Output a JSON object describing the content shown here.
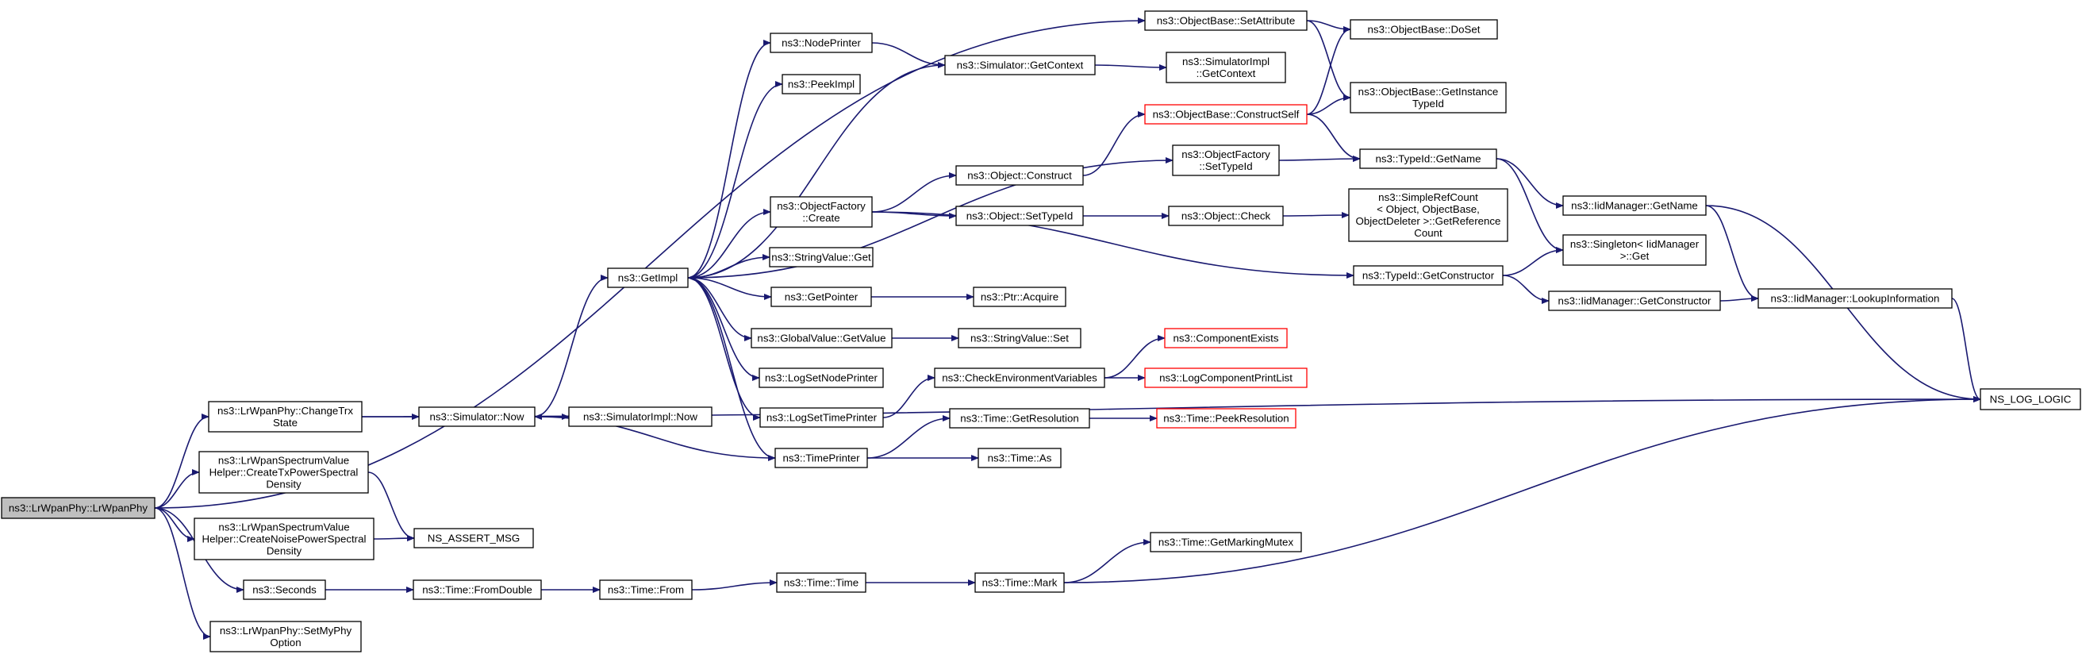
{
  "title": "",
  "colors": {
    "edge": "#191970",
    "root_fill": "#bfbfbf",
    "highlight_border": "#ff0000",
    "node_border": "#000000"
  },
  "nodes": [
    {
      "id": "lrwpanphy",
      "lines": [
        "ns3::LrWpanPhy::LrWpanPhy"
      ],
      "style": "root"
    },
    {
      "id": "changetrx",
      "lines": [
        "ns3::LrWpanPhy::ChangeTrx",
        "State"
      ]
    },
    {
      "id": "createtx",
      "lines": [
        "ns3::LrWpanSpectrumValue",
        "Helper::CreateTxPowerSpectral",
        "Density"
      ]
    },
    {
      "id": "createnoise",
      "lines": [
        "ns3::LrWpanSpectrumValue",
        "Helper::CreateNoisePowerSpectral",
        "Density"
      ]
    },
    {
      "id": "seconds",
      "lines": [
        "ns3::Seconds"
      ]
    },
    {
      "id": "setmyphy",
      "lines": [
        "ns3::LrWpanPhy::SetMyPhy",
        "Option"
      ]
    },
    {
      "id": "simnow",
      "lines": [
        "ns3::Simulator::Now"
      ]
    },
    {
      "id": "assertmsg",
      "lines": [
        "NS_ASSERT_MSG"
      ]
    },
    {
      "id": "fromdouble",
      "lines": [
        "ns3::Time::FromDouble"
      ]
    },
    {
      "id": "simimplnow",
      "lines": [
        "ns3::SimulatorImpl::Now"
      ]
    },
    {
      "id": "getimpl",
      "lines": [
        "ns3::GetImpl"
      ]
    },
    {
      "id": "timefrom",
      "lines": [
        "ns3::Time::From"
      ]
    },
    {
      "id": "nodeprinter",
      "lines": [
        "ns3::NodePrinter"
      ]
    },
    {
      "id": "peekimpl",
      "lines": [
        "ns3::PeekImpl"
      ]
    },
    {
      "id": "objfactorycreate",
      "lines": [
        "ns3::ObjectFactory",
        "::Create"
      ]
    },
    {
      "id": "stringvalueget",
      "lines": [
        "ns3::StringValue::Get"
      ]
    },
    {
      "id": "getpointer",
      "lines": [
        "ns3::GetPointer"
      ]
    },
    {
      "id": "globalvalueget",
      "lines": [
        "ns3::GlobalValue::GetValue"
      ]
    },
    {
      "id": "logsetnodeprinter",
      "lines": [
        "ns3::LogSetNodePrinter"
      ]
    },
    {
      "id": "logsettimeprinter",
      "lines": [
        "ns3::LogSetTimePrinter"
      ]
    },
    {
      "id": "timeprinter",
      "lines": [
        "ns3::TimePrinter"
      ]
    },
    {
      "id": "timetime",
      "lines": [
        "ns3::Time::Time"
      ]
    },
    {
      "id": "simgetcontext",
      "lines": [
        "ns3::Simulator::GetContext"
      ]
    },
    {
      "id": "objconstruct",
      "lines": [
        "ns3::Object::Construct"
      ]
    },
    {
      "id": "objsettypeid",
      "lines": [
        "ns3::Object::SetTypeId"
      ]
    },
    {
      "id": "ptracquire",
      "lines": [
        "ns3::Ptr::Acquire"
      ]
    },
    {
      "id": "stringvalueset",
      "lines": [
        "ns3::StringValue::Set"
      ]
    },
    {
      "id": "checkenv",
      "lines": [
        "ns3::CheckEnvironmentVariables"
      ]
    },
    {
      "id": "timegetres",
      "lines": [
        "ns3::Time::GetResolution"
      ]
    },
    {
      "id": "timeas",
      "lines": [
        "ns3::Time::As"
      ]
    },
    {
      "id": "timemark",
      "lines": [
        "ns3::Time::Mark"
      ]
    },
    {
      "id": "objbasesetattr",
      "lines": [
        "ns3::ObjectBase::SetAttribute"
      ]
    },
    {
      "id": "simimplgetcontext",
      "lines": [
        "ns3::SimulatorImpl",
        "::GetContext"
      ]
    },
    {
      "id": "objbaseconstructself",
      "lines": [
        "ns3::ObjectBase::ConstructSelf"
      ],
      "style": "red"
    },
    {
      "id": "objfactorysettypeid",
      "lines": [
        "ns3::ObjectFactory",
        "::SetTypeId"
      ]
    },
    {
      "id": "objcheck",
      "lines": [
        "ns3::Object::Check"
      ]
    },
    {
      "id": "componentexists",
      "lines": [
        "ns3::ComponentExists"
      ],
      "style": "red"
    },
    {
      "id": "logcomponentprintlist",
      "lines": [
        "ns3::LogComponentPrintList"
      ],
      "style": "red"
    },
    {
      "id": "timepeekres",
      "lines": [
        "ns3::Time::PeekResolution"
      ],
      "style": "red"
    },
    {
      "id": "timegetmarkingmutex",
      "lines": [
        "ns3::Time::GetMarkingMutex"
      ]
    },
    {
      "id": "objbasedoset",
      "lines": [
        "ns3::ObjectBase::DoSet"
      ]
    },
    {
      "id": "objbasegetinstancetypeid",
      "lines": [
        "ns3::ObjectBase::GetInstance",
        "TypeId"
      ]
    },
    {
      "id": "typeidgetname",
      "lines": [
        "ns3::TypeId::GetName"
      ]
    },
    {
      "id": "simplerefcount",
      "lines": [
        "ns3::SimpleRefCount",
        "< Object, ObjectBase,",
        "ObjectDeleter >::GetReference",
        "Count"
      ]
    },
    {
      "id": "typeidgetconstructor",
      "lines": [
        "ns3::TypeId::GetConstructor"
      ]
    },
    {
      "id": "iidgetname",
      "lines": [
        "ns3::IidManager::GetName"
      ]
    },
    {
      "id": "singletonget",
      "lines": [
        "ns3::Singleton< IidManager",
        ">::Get"
      ]
    },
    {
      "id": "iidgetconstructor",
      "lines": [
        "ns3::IidManager::GetConstructor"
      ]
    },
    {
      "id": "iidlookup",
      "lines": [
        "ns3::IidManager::LookupInformation"
      ]
    },
    {
      "id": "nsloglogic",
      "lines": [
        "NS_LOG_LOGIC"
      ]
    }
  ],
  "edges": [
    [
      "lrwpanphy",
      "changetrx"
    ],
    [
      "lrwpanphy",
      "createtx"
    ],
    [
      "lrwpanphy",
      "createnoise"
    ],
    [
      "lrwpanphy",
      "seconds"
    ],
    [
      "lrwpanphy",
      "setmyphy"
    ],
    [
      "lrwpanphy",
      "objbasesetattr"
    ],
    [
      "changetrx",
      "simnow"
    ],
    [
      "changetrx",
      "nsloglogic"
    ],
    [
      "createtx",
      "assertmsg"
    ],
    [
      "createnoise",
      "assertmsg"
    ],
    [
      "seconds",
      "fromdouble"
    ],
    [
      "simnow",
      "simimplnow"
    ],
    [
      "simnow",
      "getimpl"
    ],
    [
      "fromdouble",
      "timefrom"
    ],
    [
      "timefrom",
      "timetime"
    ],
    [
      "timetime",
      "timemark"
    ],
    [
      "getimpl",
      "nodeprinter"
    ],
    [
      "getimpl",
      "peekimpl"
    ],
    [
      "getimpl",
      "objfactorycreate"
    ],
    [
      "getimpl",
      "stringvalueget"
    ],
    [
      "getimpl",
      "getpointer"
    ],
    [
      "getimpl",
      "globalvalueget"
    ],
    [
      "getimpl",
      "logsetnodeprinter"
    ],
    [
      "getimpl",
      "logsettimeprinter"
    ],
    [
      "getimpl",
      "timeprinter"
    ],
    [
      "getimpl",
      "objfactorysettypeid"
    ],
    [
      "nodeprinter",
      "simgetcontext"
    ],
    [
      "simgetcontext",
      "simimplgetcontext"
    ],
    [
      "simgetcontext",
      "getimpl"
    ],
    [
      "objfactorycreate",
      "objconstruct"
    ],
    [
      "objfactorycreate",
      "objsettypeid"
    ],
    [
      "objfactorycreate",
      "typeidgetconstructor"
    ],
    [
      "objconstruct",
      "objbaseconstructself"
    ],
    [
      "objsettypeid",
      "objcheck"
    ],
    [
      "objcheck",
      "simplerefcount"
    ],
    [
      "getpointer",
      "ptracquire"
    ],
    [
      "globalvalueget",
      "stringvalueset"
    ],
    [
      "logsettimeprinter",
      "checkenv"
    ],
    [
      "checkenv",
      "componentexists"
    ],
    [
      "checkenv",
      "logcomponentprintlist"
    ],
    [
      "timeprinter",
      "simnow"
    ],
    [
      "timeprinter",
      "timegetres"
    ],
    [
      "timeprinter",
      "timeas"
    ],
    [
      "timegetres",
      "timepeekres"
    ],
    [
      "timemark",
      "timegetmarkingmutex"
    ],
    [
      "timemark",
      "nsloglogic"
    ],
    [
      "objbasesetattr",
      "objbasedoset"
    ],
    [
      "objbasesetattr",
      "objbasegetinstancetypeid"
    ],
    [
      "objbaseconstructself",
      "objbasedoset"
    ],
    [
      "objbaseconstructself",
      "objbasegetinstancetypeid"
    ],
    [
      "objbaseconstructself",
      "typeidgetname"
    ],
    [
      "objfactorysettypeid",
      "typeidgetname"
    ],
    [
      "typeidgetname",
      "iidgetname"
    ],
    [
      "typeidgetname",
      "singletonget"
    ],
    [
      "typeidgetconstructor",
      "singletonget"
    ],
    [
      "typeidgetconstructor",
      "iidgetconstructor"
    ],
    [
      "iidgetname",
      "nsloglogic"
    ],
    [
      "iidgetname",
      "iidlookup"
    ],
    [
      "iidgetconstructor",
      "iidlookup"
    ],
    [
      "iidlookup",
      "nsloglogic"
    ]
  ]
}
